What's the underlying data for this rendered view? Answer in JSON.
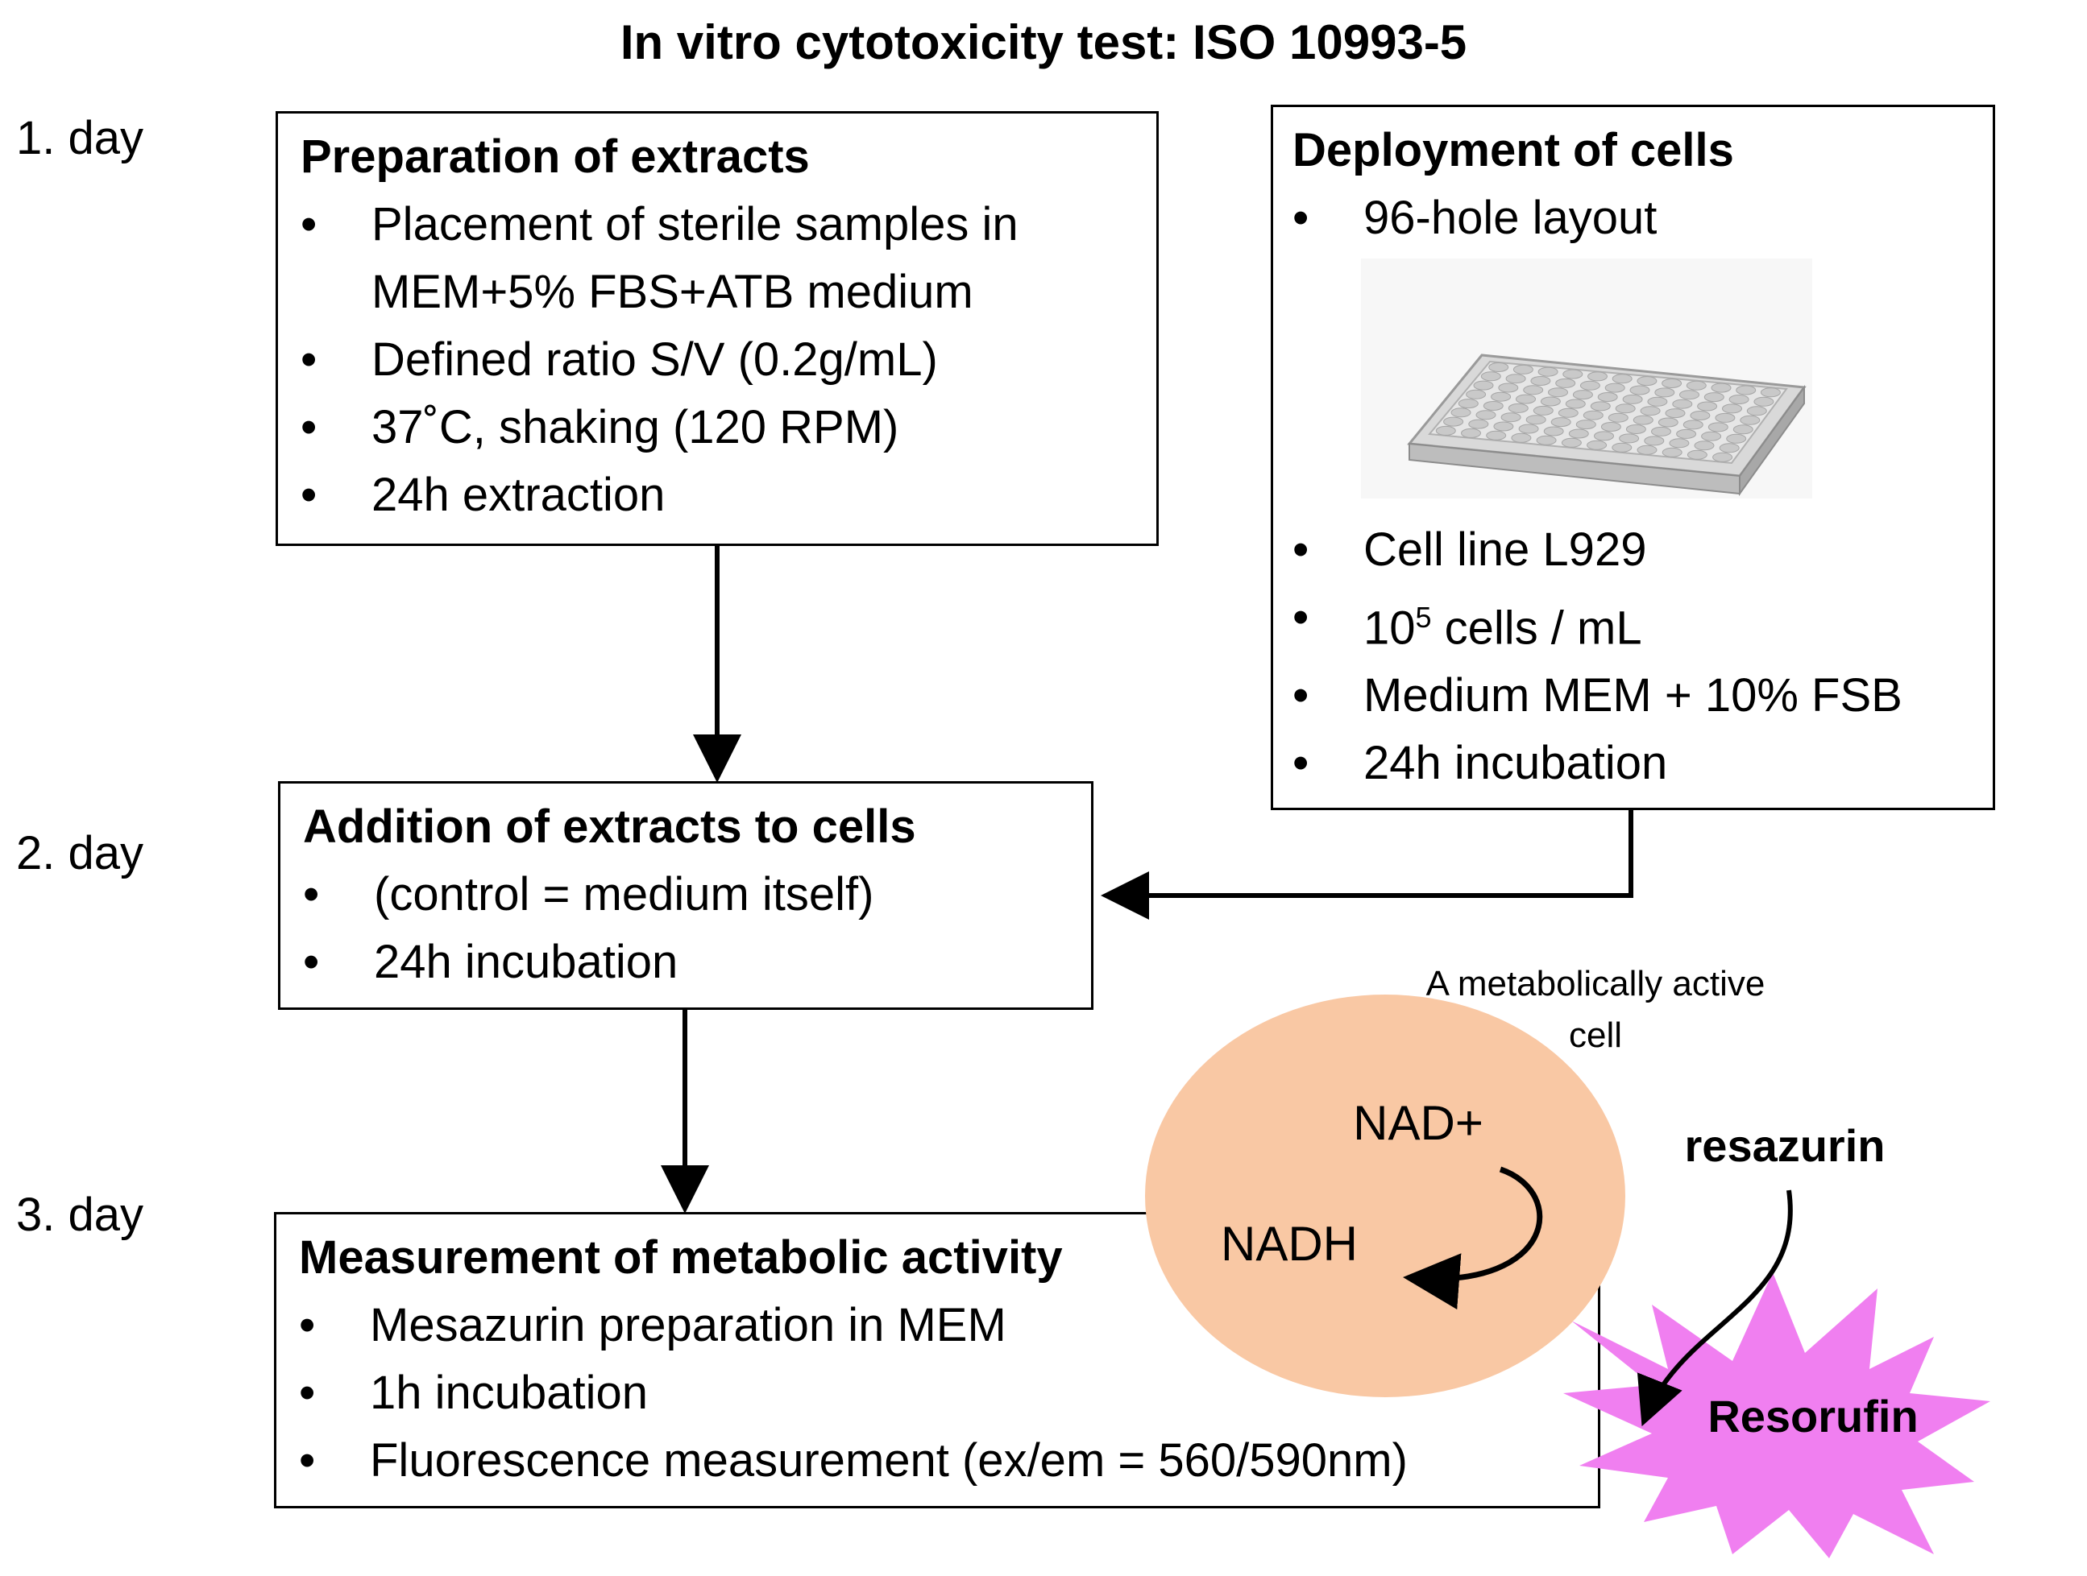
{
  "title": "In vitro cytotoxicity test: ISO 10993-5",
  "days": [
    "1. day",
    "2. day",
    "3. day"
  ],
  "preparation": {
    "heading": "Preparation of extracts",
    "items": [
      "Placement of sterile samples in MEM+5% FBS+ATB medium",
      "Defined ratio S/V (0.2g/mL)",
      "37˚C, shaking (120 RPM)",
      "24h extraction"
    ]
  },
  "deployment": {
    "heading": "Deployment of cells",
    "layout_item": "96-hole layout",
    "items_before_sup": "Cell line L929",
    "density_base": "10",
    "density_exp": "5",
    "density_unit": " cells / mL",
    "items_after": [
      "Medium MEM + 10% FSB",
      "24h incubation"
    ]
  },
  "addition": {
    "heading": "Addition of extracts to cells",
    "items": [
      "(control = medium itself)",
      "24h incubation"
    ]
  },
  "measurement": {
    "heading": "Measurement of metabolic activity",
    "items": [
      "Mesazurin preparation in MEM",
      "1h incubation",
      "Fluorescence measurement (ex/em = 560/590nm)"
    ]
  },
  "cell": {
    "caption_line1": "A metabolically active",
    "caption_line2": "cell",
    "nad_plus": "NAD+",
    "nadh": "NADH",
    "fill": "#f9c8a4"
  },
  "resazurin": "resazurin",
  "resorufin": {
    "label": "Resorufin",
    "fill": "#f07ff0"
  }
}
